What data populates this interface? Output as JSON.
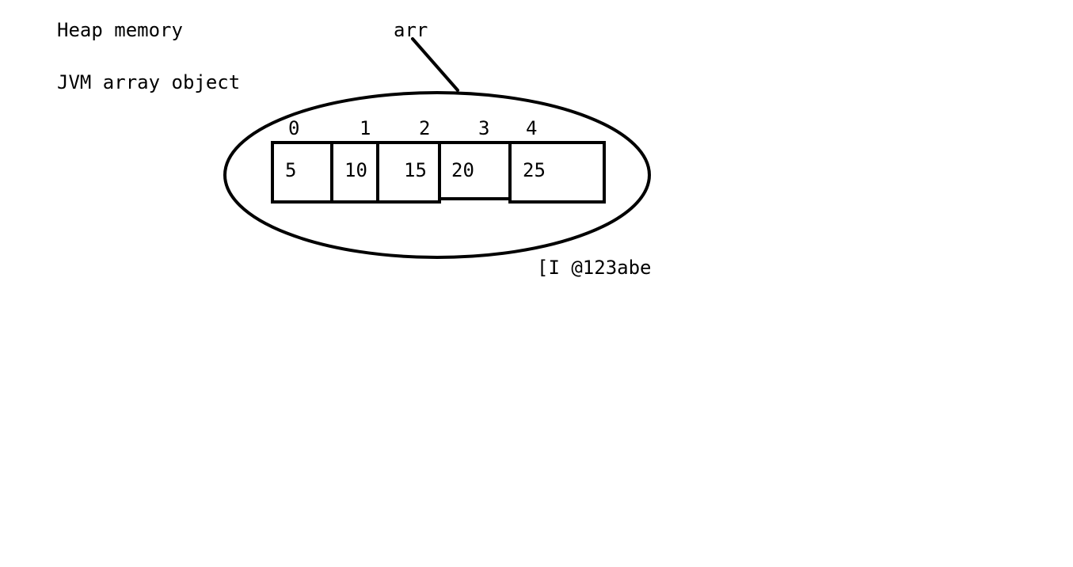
{
  "labels": {
    "heap_title": "Heap memory",
    "jvm_array_object": "JVM array object",
    "reference_var": "arr",
    "address": "[I @123abe"
  },
  "array": {
    "indices": [
      "0",
      "1",
      "2",
      "3",
      "4"
    ],
    "values": [
      "5",
      "10",
      "15",
      "20",
      "25"
    ]
  },
  "colors": {
    "stroke": "#000000",
    "background": "#ffffff"
  }
}
